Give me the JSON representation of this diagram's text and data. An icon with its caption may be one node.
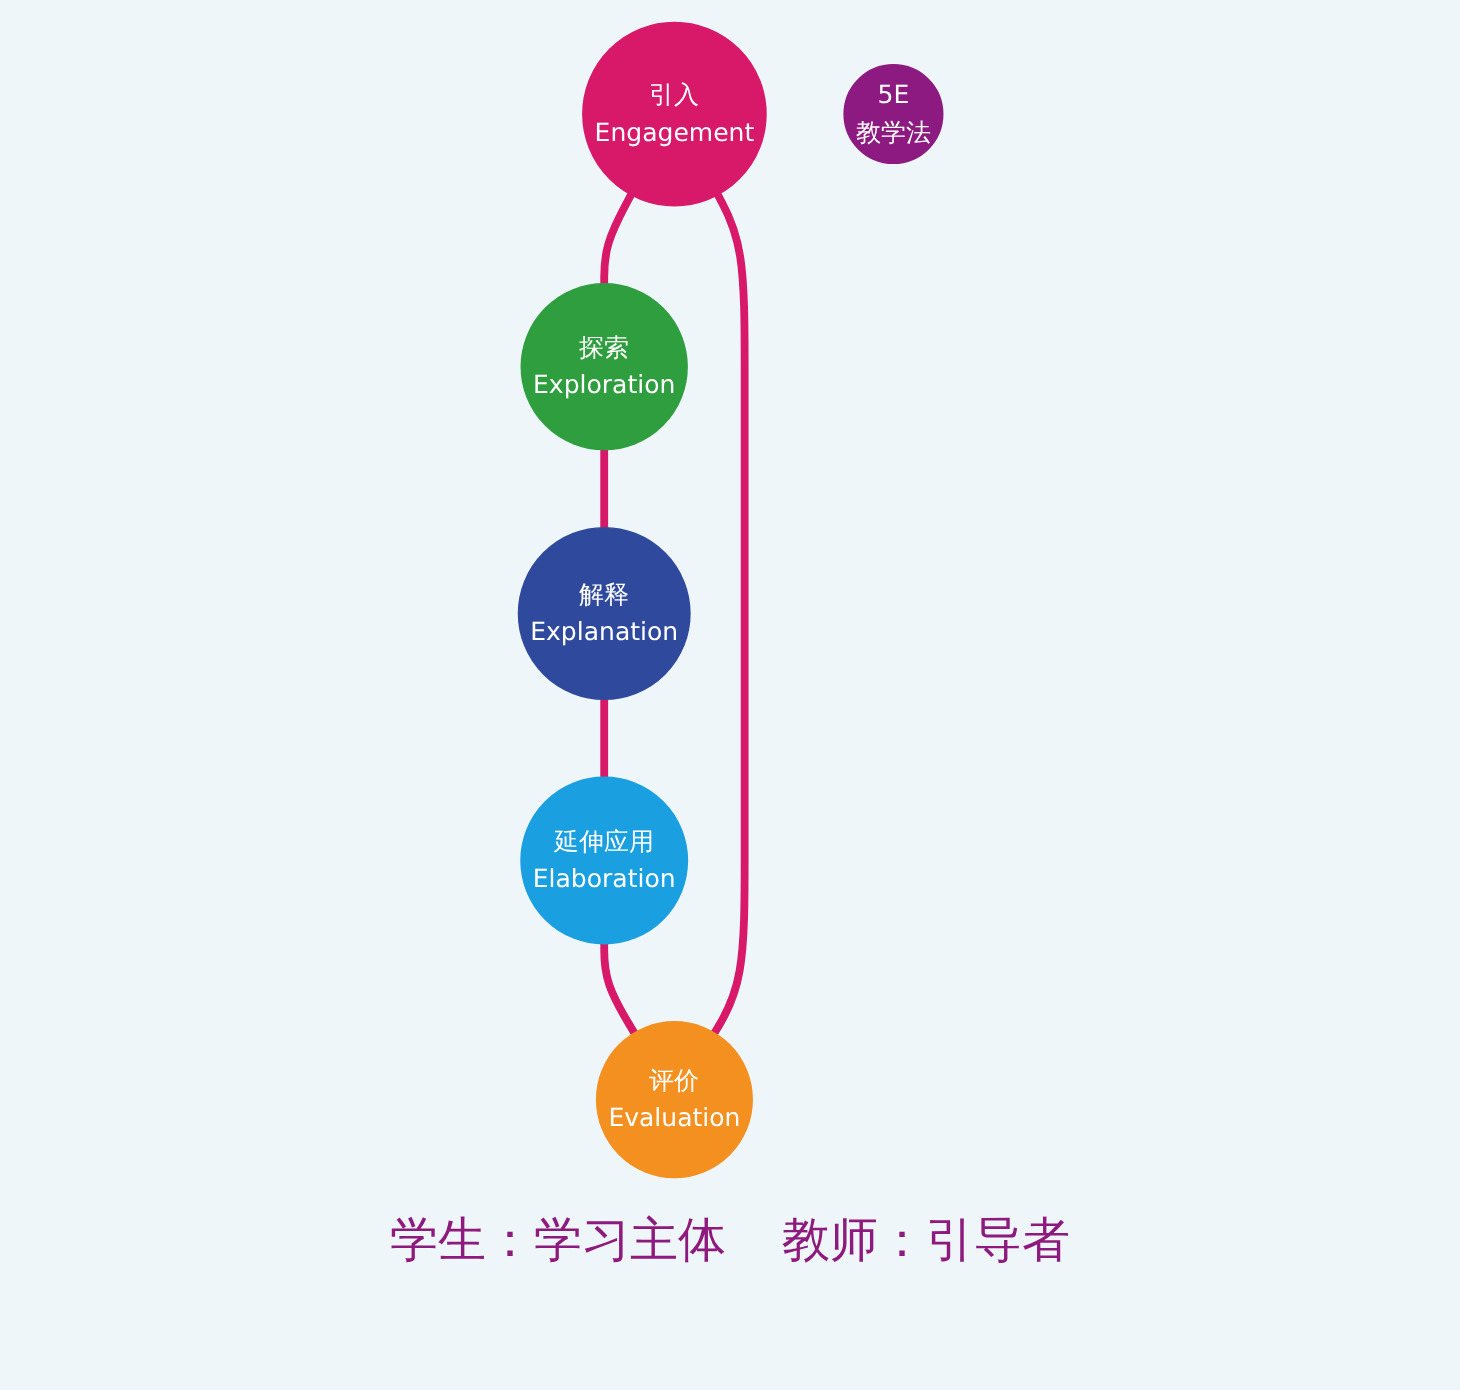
{
  "diagram": {
    "nodes": [
      {
        "text": [
          "引入",
          "Engagement"
        ]
      },
      {
        "text": [
          "探索",
          "Exploration"
        ]
      },
      {
        "text": [
          "解释",
          "Explanation"
        ]
      },
      {
        "text": [
          "延伸应用",
          "Elaboration"
        ]
      },
      {
        "text": [
          "评价",
          "Evaluation"
        ]
      },
      {
        "text": [
          "5E",
          "教学法"
        ]
      }
    ],
    "edges": [
      {
        "from": 0,
        "to": 1,
        "arrow": "none"
      },
      {
        "from": 1,
        "to": 2,
        "arrow": "none"
      },
      {
        "from": 2,
        "to": 3,
        "arrow": "none"
      },
      {
        "from": 3,
        "to": 4,
        "arrow": "none"
      },
      {
        "from": 4,
        "to": 0,
        "arrow": "none"
      }
    ],
    "labels": [
      "学生：学习主体",
      "教师：引导者"
    ]
  }
}
